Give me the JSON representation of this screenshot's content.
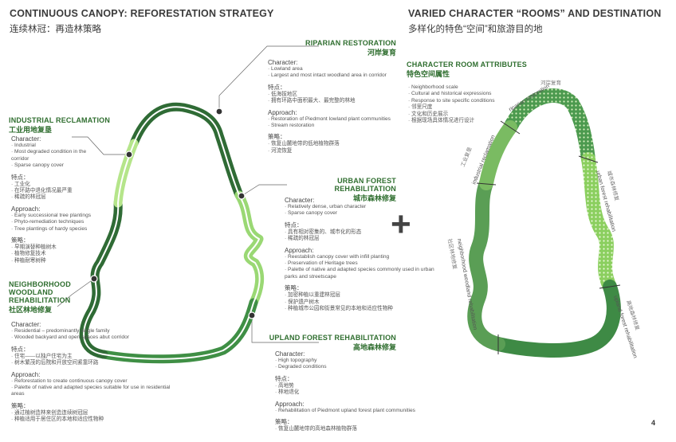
{
  "left": {
    "title_en": "CONTINUOUS CANOPY: REFORESTATION STRATEGY",
    "title_cn": "连续林冠：再造林策略"
  },
  "right": {
    "title_en": "VARIED CHARACTER “ROOMS” AND DESTINATION",
    "title_cn": "多样化的特色“空间”和旅游目的地"
  },
  "attributes": {
    "title_en": "CHARACTER ROOM ATTRIBUTES",
    "title_cn": "特色空间属性",
    "items_en": [
      "Neighborhood scale",
      "Cultural and historical expressions",
      "Response to site specific conditions"
    ],
    "items_cn": [
      "邻里尺度",
      "文化和历史展示",
      "根据现场具体情况进行设计"
    ]
  },
  "riparian": {
    "title_en": "RIPARIAN RESTORATION",
    "title_cn": "河岸复育",
    "char_label": "Character:",
    "char_items": [
      "Lowland area",
      "Largest and most intact woodland area in corridor"
    ],
    "char_cn_label": "特点：",
    "char_cn": [
      "低海拔地区",
      "拥有环路中面积最大、最完整的林地"
    ],
    "app_label": "Approach:",
    "app_items": [
      "Restoration of Piedmont lowland plant communities",
      "Stream restoration"
    ],
    "app_cn_label": "策略：",
    "app_cn": [
      "恢复山麓地带的低地植物群落",
      "河流恢复"
    ]
  },
  "industrial": {
    "title_en": "INDUSTRIAL RECLAMATION",
    "title_cn": "工业用地复垦",
    "char_label": "Character:",
    "char_items": [
      "Industrial",
      "Most degraded condition in the corridor",
      "Sparse canopy cover"
    ],
    "char_cn_label": "特点：",
    "char_cn": [
      "工业化",
      "在环路中退化情况最严重",
      "稀疏的林冠层"
    ],
    "app_label": "Approach:",
    "app_items": [
      "Early successional tree plantings",
      "Phyto-remediation techniques",
      "Tree plantings of hardy species"
    ],
    "app_cn_label": "策略：",
    "app_cn": [
      "早期演替种植树木",
      "植物修复技术",
      "种植耐寒树种"
    ]
  },
  "urban": {
    "title_en": "URBAN FOREST REHABILITATION",
    "title_cn": "城市森林修复",
    "char_label": "Character:",
    "char_items": [
      "Relatively dense, urban character",
      "Sparse canopy cover"
    ],
    "char_cn_label": "特点：",
    "char_cn": [
      "具有相对密集的、城市化的形态",
      "稀疏的林冠层"
    ],
    "app_label": "Approach:",
    "app_items": [
      "Reestablish canopy cover with infill planting",
      "Preservation of Heritage trees",
      "Palette of native and adapted species commonly used in urban parks and streetscape"
    ],
    "app_cn_label": "策略：",
    "app_cn": [
      "加密种植以重建林冠层",
      "保护遗产树木",
      "种植城市公园和街景常见的本地和适应性物种"
    ]
  },
  "neighborhood": {
    "title_en_1": "NEIGHBORHOOD",
    "title_en_2": "WOODLAND",
    "title_en_3": "REHABILITATION",
    "title_cn": "社区林地修复",
    "char_label": "Character:",
    "char_items": [
      "Residential – predominantly single family",
      "Wooded backyard and open spaces abut corridor"
    ],
    "char_cn_label": "特点：",
    "char_cn": [
      "住宅——以独户住宅为主",
      "树木繁茂的后院和开放空间紧靠环路"
    ],
    "app_label": "Approach:",
    "app_items": [
      "Reforestation to create continuous canopy cover",
      "Palette of native and adapted species suitable for use in residential areas"
    ],
    "app_cn_label": "策略：",
    "app_cn": [
      "通过植树造林来创造连续树冠层",
      "种植适用于居住区的本地和适应性物种"
    ]
  },
  "upland": {
    "title_en": "UPLAND FOREST REHABILITATION",
    "title_cn": "高地森林修复",
    "char_label": "Character:",
    "char_items": [
      "High topography",
      "Degraded conditions"
    ],
    "char_cn_label": "特点：",
    "char_cn": [
      "高地势",
      "林地退化"
    ],
    "app_label": "Approach:",
    "app_items": [
      "Rehabilitation of Piedmont upland forest plant communities"
    ],
    "app_cn_label": "策略：",
    "app_cn": [
      "恢复山麓地带的高地森林植物群落"
    ]
  },
  "rooms": {
    "riparian_en": "riparian restoration",
    "riparian_cn": "河岸复育",
    "industrial_en": "industrial reclamation",
    "industrial_cn": "工业复垦",
    "urban_en": "urban forest rehabilitation",
    "urban_cn": "城市森林修复",
    "neighborhood_en": "neighborhood woodland rehabilitation",
    "neighborhood_cn": "社区林地修复",
    "upland_en": "upland forest rehabilitation",
    "upland_cn": "高地森林修复"
  },
  "plus_sign": "+",
  "page_number": "4",
  "colors": {
    "dark_green": "#2f6b35",
    "mid_green": "#3f8f45",
    "light_green": "#8fd36a",
    "pale_green": "#b5e58a",
    "heading_green": "#2f6e2f"
  }
}
